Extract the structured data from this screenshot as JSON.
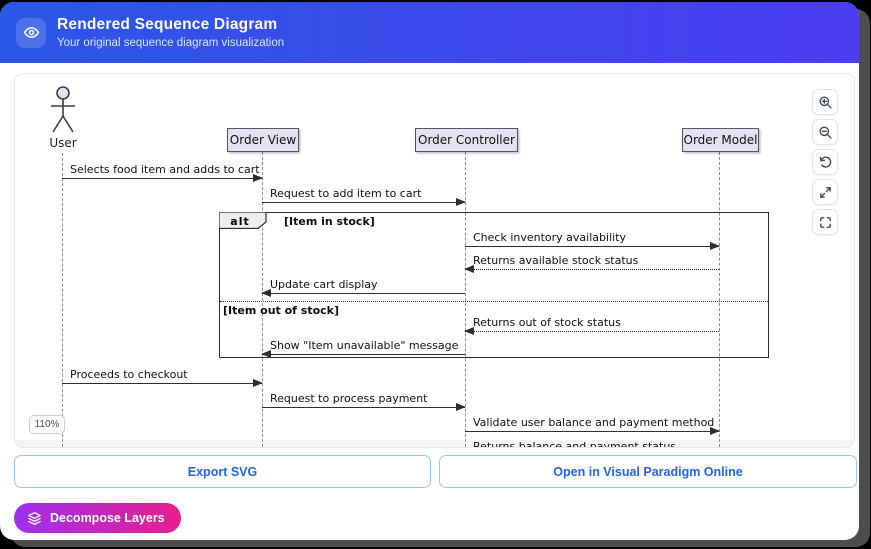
{
  "header": {
    "title": "Rendered Sequence Diagram",
    "subtitle": "Your original sequence diagram visualization"
  },
  "diagram": {
    "zoom_level": "110%",
    "actor": {
      "label": "User"
    },
    "participants": [
      {
        "label": "Order View"
      },
      {
        "label": "Order Controller"
      },
      {
        "label": "Order Model"
      }
    ],
    "alt_frame": {
      "operator": "alt",
      "guard_top": "[Item in stock]",
      "guard_bottom": "[Item out of stock]"
    },
    "messages": [
      {
        "from": "User",
        "to": "Order View",
        "label": "Selects food item and adds to cart",
        "style": "solid"
      },
      {
        "from": "Order View",
        "to": "Order Controller",
        "label": "Request to add item to cart",
        "style": "solid"
      },
      {
        "from": "Order Controller",
        "to": "Order Model",
        "label": "Check inventory availability",
        "style": "solid"
      },
      {
        "from": "Order Model",
        "to": "Order Controller",
        "label": "Returns available stock status",
        "style": "dotted"
      },
      {
        "from": "Order Controller",
        "to": "Order View",
        "label": "Update cart display",
        "style": "solid"
      },
      {
        "from": "Order Model",
        "to": "Order Controller",
        "label": "Returns out of stock status",
        "style": "dotted"
      },
      {
        "from": "Order Controller",
        "to": "Order View",
        "label": "Show \"Item unavailable\" message",
        "style": "solid"
      },
      {
        "from": "User",
        "to": "Order View",
        "label": "Proceeds to checkout",
        "style": "solid"
      },
      {
        "from": "Order View",
        "to": "Order Controller",
        "label": "Request to process payment",
        "style": "solid"
      },
      {
        "from": "Order Controller",
        "to": "Order Model",
        "label": "Validate user balance and payment method",
        "style": "solid"
      },
      {
        "from": "Order Model",
        "to": "Order Controller",
        "label": "Returns balance and payment status",
        "style": "dotted"
      }
    ]
  },
  "controls": {
    "icons": [
      "zoom-in-icon",
      "zoom-out-icon",
      "reset-view-icon",
      "maximize-icon",
      "fit-view-icon"
    ]
  },
  "actions": {
    "export_label": "Export SVG",
    "open_label": "Open in Visual Paradigm Online",
    "decompose_label": "Decompose Layers"
  },
  "icons": {
    "header": "eye-icon",
    "decompose": "layers-icon"
  },
  "colors": {
    "header_gradient_start": "#2b57e6",
    "header_gradient_end": "#4c3cf0",
    "accent_blue": "#2463eb",
    "button_border_blue": "#99c5f9",
    "decompose_gradient_start": "#9e30ee",
    "decompose_gradient_end": "#e91e8c",
    "participant_fill": "#e2e2f0"
  }
}
